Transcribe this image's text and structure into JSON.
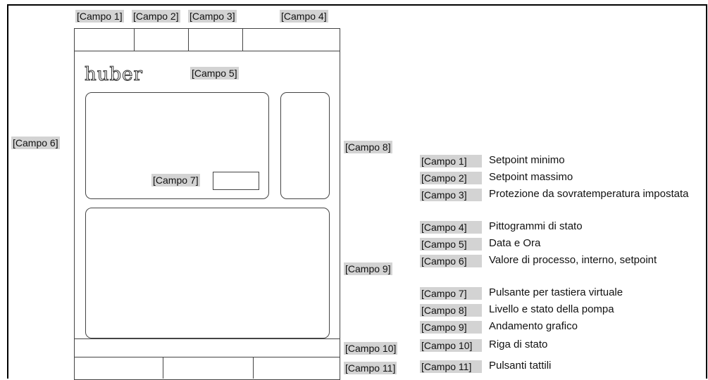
{
  "labels": {
    "f1": "[Campo 1]",
    "f2": "[Campo 2]",
    "f3": "[Campo 3]",
    "f4": "[Campo 4]",
    "f5": "[Campo 5]",
    "f6": "[Campo 6]",
    "f7": "[Campo 7]",
    "f8": "[Campo 8]",
    "f9": "[Campo 9]",
    "f10": "[Campo 10]",
    "f11": "[Campo 11]"
  },
  "logo": "huber",
  "legend": [
    {
      "tag": "[Campo 1]",
      "desc": "Setpoint minimo"
    },
    {
      "tag": "[Campo 2]",
      "desc": "Setpoint massimo"
    },
    {
      "tag": "[Campo 3]",
      "desc": "Protezione da sovratemperatura impostata"
    },
    {
      "tag": "[Campo 4]",
      "desc": "Pittogrammi di stato"
    },
    {
      "tag": "[Campo 5]",
      "desc": "Data e Ora"
    },
    {
      "tag": "[Campo 6]",
      "desc": "Valore di processo, interno, setpoint"
    },
    {
      "tag": "[Campo 7]",
      "desc": "Pulsante per tastiera virtuale"
    },
    {
      "tag": "[Campo 8]",
      "desc": "Livello e stato della pompa"
    },
    {
      "tag": "[Campo 9]",
      "desc": "Andamento grafico"
    },
    {
      "tag": "[Campo 10]",
      "desc": "Riga di stato"
    },
    {
      "tag": "[Campo 11]",
      "desc": "Pulsanti tattili"
    }
  ]
}
